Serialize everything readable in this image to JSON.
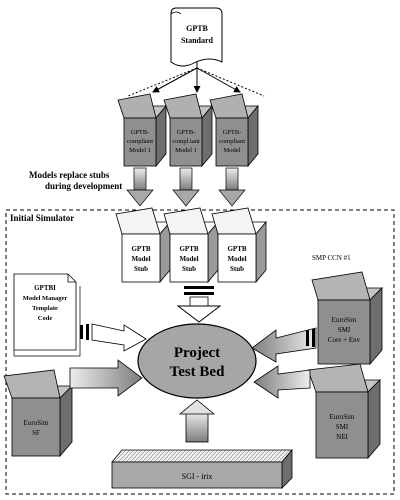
{
  "standard": {
    "line1": "GPTB",
    "line2": "Standard"
  },
  "compliant_models": [
    {
      "line1": "GPTB-",
      "line2": "compliant",
      "line3": "Model 1"
    },
    {
      "line1": "GPTB-",
      "line2": "compl.iant",
      "line3": "Model 1"
    },
    {
      "line1": "GPTB-",
      "line2": "compliant",
      "line3": "Model"
    }
  ],
  "replace_note": {
    "line1": "Models replace stubs",
    "line2": "during development"
  },
  "initial_simulator_label": "Initial Simulator",
  "smp_label": "SMP CCN #1",
  "stubs": [
    {
      "line1": "GPTB",
      "line2": "Model",
      "line3": "Stub"
    },
    {
      "line1": "GPTB",
      "line2": "Model",
      "line3": "Stub"
    },
    {
      "line1": "GPTB",
      "line2": "Model",
      "line3": "Stub"
    }
  ],
  "template_doc": {
    "line1": "GPTBI",
    "line2": "Model Manager",
    "line3": "Template",
    "line4": "Code"
  },
  "test_bed": {
    "line1": "Project",
    "line2": "Test Bed"
  },
  "eurosim_sf": {
    "line1": "EuroSim",
    "line2": "SF"
  },
  "smi_core": {
    "line1": "EuroSim",
    "line2": "SMI",
    "line3": "Core + Env"
  },
  "smi_nei": {
    "line1": "EuroSim",
    "line2": "SMI",
    "line3": "NEI"
  },
  "platform_label": "SGI - irix",
  "colors": {
    "box_gray": "#8f8f8f",
    "box_light": "#c4c4c4",
    "ellipse": "#a6a6a6",
    "arrow_light": "#e2e2e2",
    "arrow_dark": "#8a8a8a"
  }
}
